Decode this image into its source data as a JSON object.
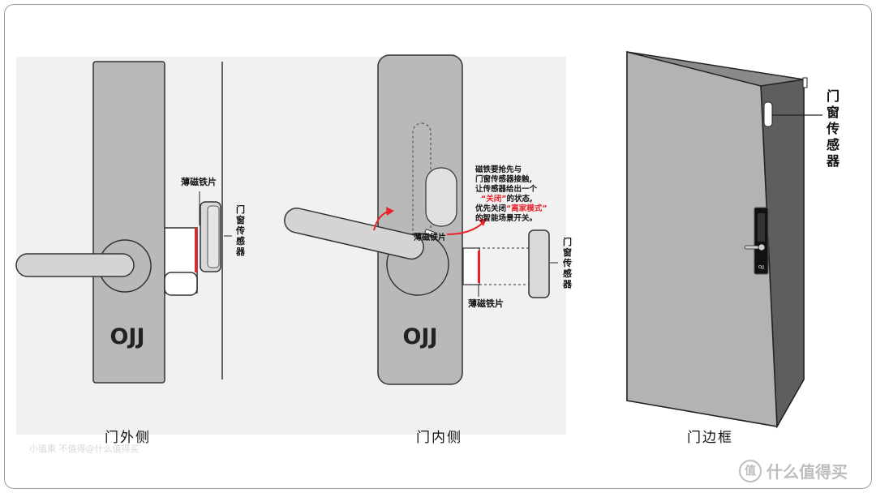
{
  "panels": {
    "outside": {
      "caption": "门外侧",
      "brand": "OJJ",
      "magnet_label": "薄磁铁片",
      "sensor_label": [
        "门",
        "窗",
        "传",
        "感",
        "器"
      ]
    },
    "inside": {
      "caption": "门内侧",
      "brand": "OJJ",
      "magnet_label": "薄磁铁片",
      "magnet_label_2": "薄磁铁片",
      "sensor_label": [
        "门",
        "窗",
        "传",
        "感",
        "器"
      ],
      "note_lines": [
        "磁铁要抢先与",
        "门窗传感器接触,",
        "让传感器给出一个"
      ],
      "note_line4_quote": "“关闭”",
      "note_line4_rest": "的状态,",
      "note_line5_start": "优先关闭",
      "note_line5_quote": "“离家模式”",
      "note_line6": "的智能场景开关。"
    },
    "frame": {
      "caption": "门边框",
      "sensor_label": [
        "门",
        "窗",
        "传",
        "感",
        "器"
      ],
      "lock_brand": "OJJ"
    }
  },
  "watermark": {
    "site": "什么值得买",
    "faint": "小值乘 不值得@什么值得买"
  },
  "colors": {
    "panel": "#b9b9b9",
    "handle": "#d4d4d4",
    "accent_red": "#e8232a",
    "outline": "#222222",
    "background_gray": "#f2f2f2"
  }
}
